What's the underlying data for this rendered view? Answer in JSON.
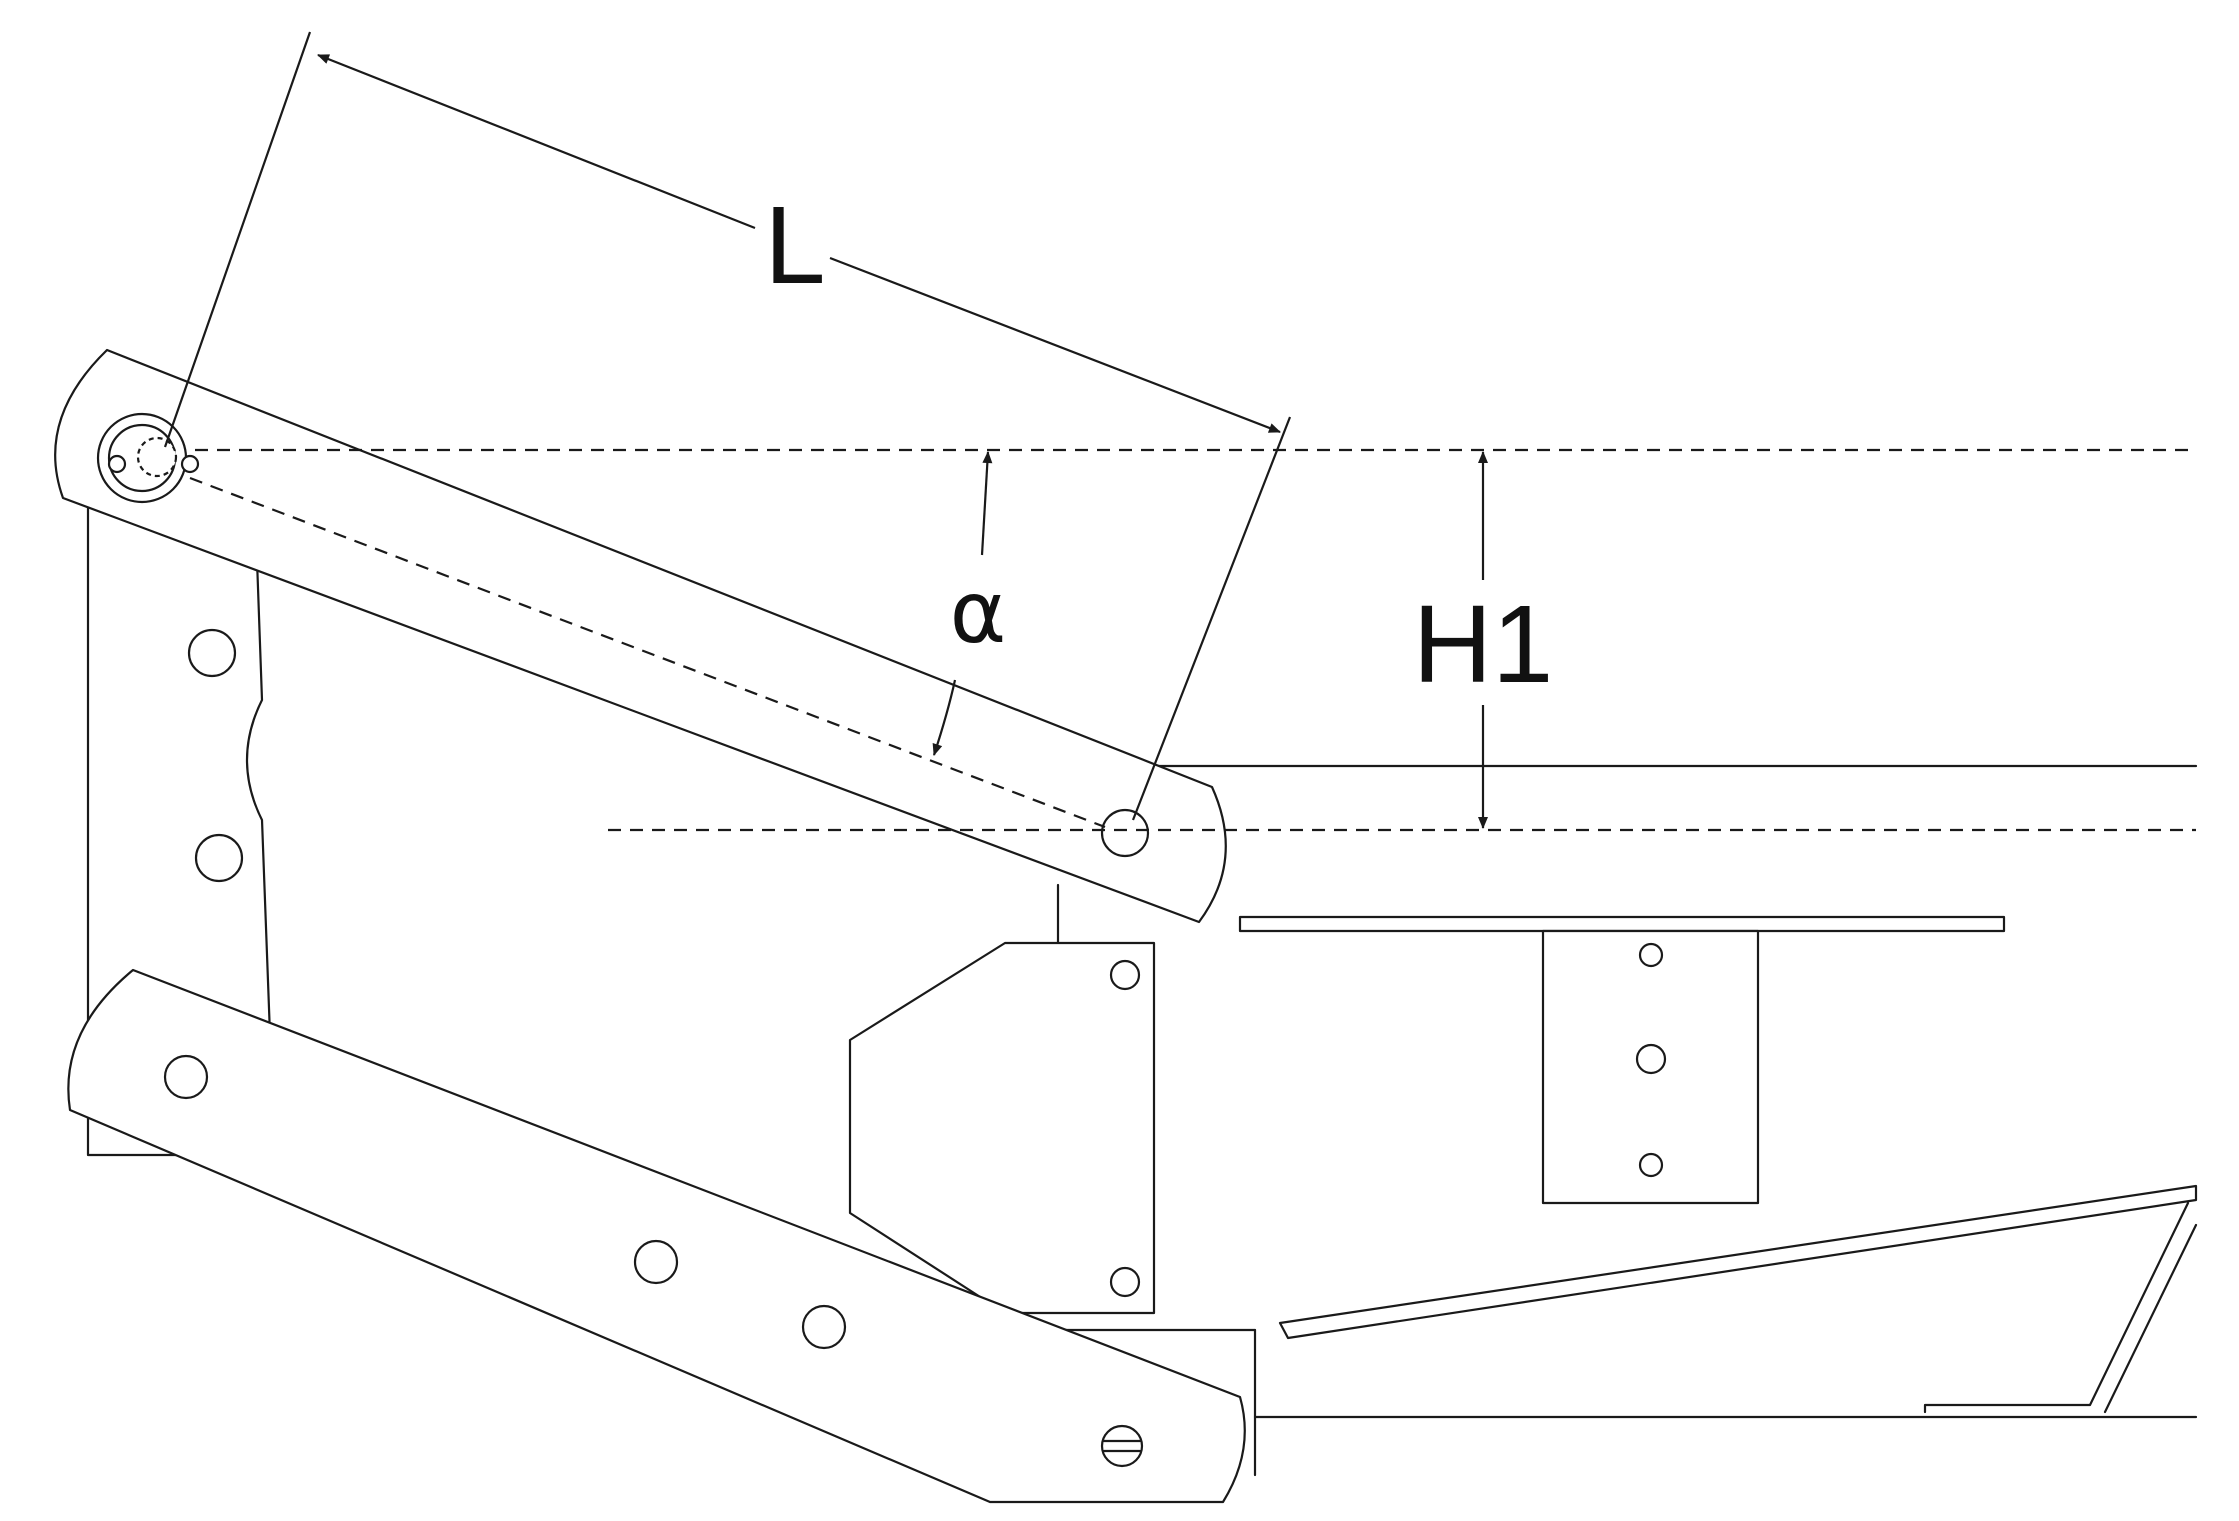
{
  "labels": {
    "length": "L",
    "angle": "α",
    "height": "H1"
  },
  "colors": {
    "line": "#1a1a1a",
    "background": "#ffffff"
  }
}
